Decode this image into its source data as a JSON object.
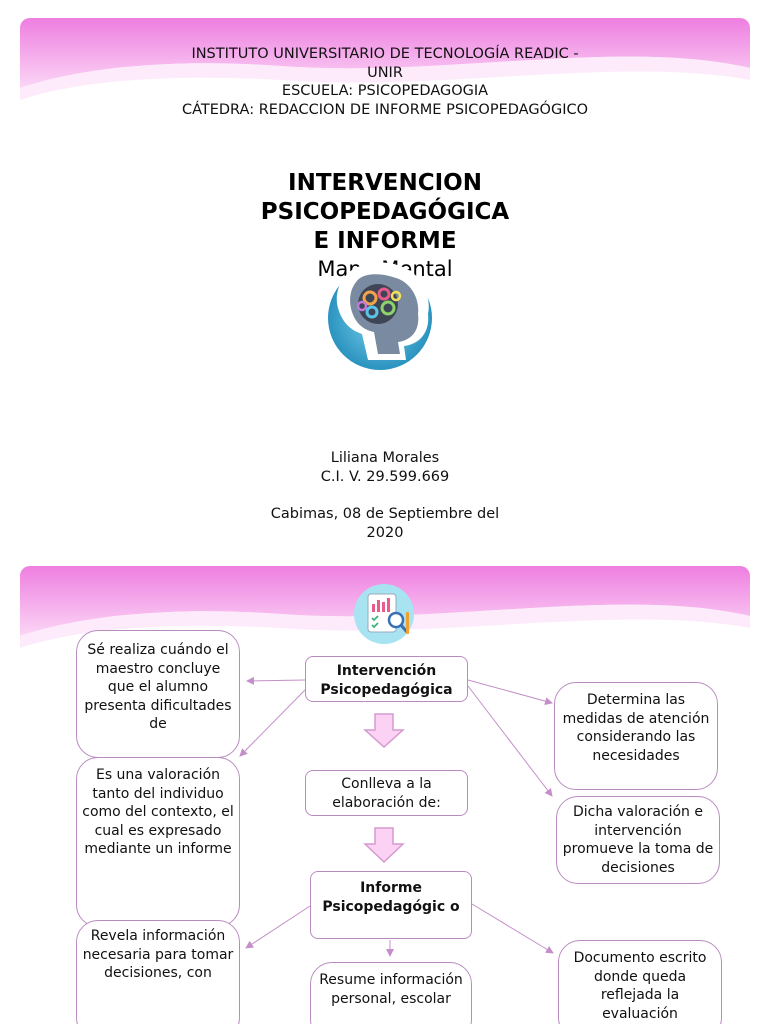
{
  "slide1": {
    "header": [
      "INSTITUTO UNIVERSITARIO DE TECNOLOGÍA READIC -",
      "UNIR",
      "ESCUELA: PSICOPEDAGOGIA",
      "CÁTEDRA: REDACCION DE INFORME PSICOPEDAGÓGICO"
    ],
    "title": [
      "INTERVENCION",
      "PSICOPEDAGÓGICA",
      "E INFORME"
    ],
    "subtitle": "Mapa Mental",
    "author": "Liliana Morales",
    "id": "C.I. V. 29.599.669",
    "date": [
      "Cabimas, 08 de Septiembre del",
      "2020"
    ]
  },
  "slide2": {
    "central_1": "Intervención Psicopedagógica",
    "central_2": "Conlleva a la elaboración de:",
    "central_3": "Informe Psicopedagógic o",
    "central_4": "Resume información personal, escolar",
    "left_1": "Sé realiza cuándo el maestro concluye que el alumno presenta dificultades de",
    "left_2": "Es una valoración tanto del individuo como del contexto, el cual es expresado mediante un informe",
    "left_3": "Revela información necesaria para tomar decisiones, con",
    "right_1": "Determina las medidas de atención considerando las necesidades",
    "right_2": "Dicha valoración e intervención promueve la toma de decisiones",
    "right_3": "Documento escrito donde queda reflejada la evaluación"
  },
  "colors": {
    "wave_pink": "#f07fe0",
    "wave_light": "#fbd3f5",
    "border": "#b98cc0",
    "arrow_fill": "#fcd2f4",
    "arrow_stroke": "#d59ad0"
  }
}
